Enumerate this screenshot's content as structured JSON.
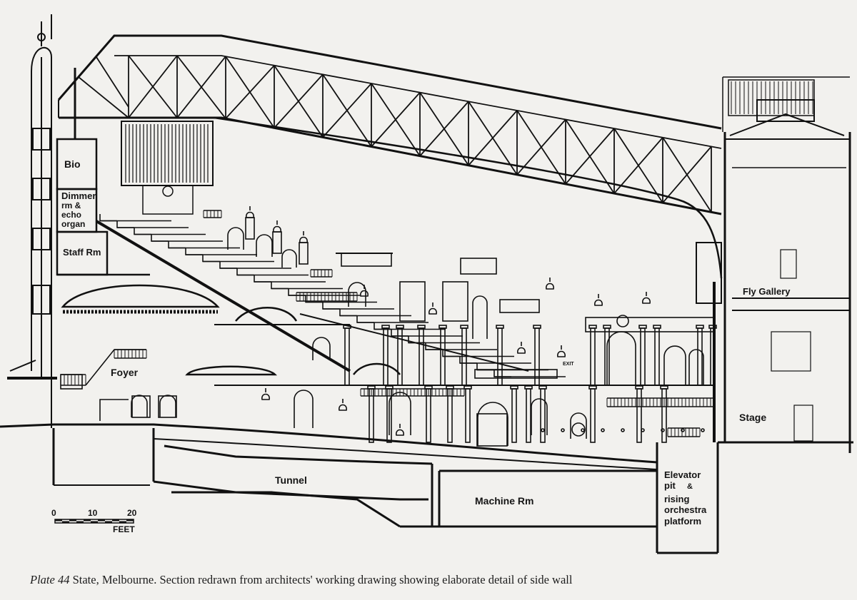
{
  "labels": {
    "bio": "Bio",
    "dimmer_line1": "Dimmer",
    "dimmer_line2": "rm &",
    "dimmer_line3": "echo",
    "dimmer_line4": "organ",
    "staff_room": "Staff Rm",
    "foyer": "Foyer",
    "tunnel": "Tunnel",
    "machine_room": "Machine Rm",
    "elevator_line1": "Elevator",
    "elevator_line2": "pit",
    "elevator_line3": "&",
    "elevator_line4": "rising",
    "elevator_line5": "orchestra",
    "elevator_line6": "platform",
    "fly_gallery": "Fly Gallery",
    "stage": "Stage",
    "exit_sign": "EXIT"
  },
  "scale_bar": {
    "ticks": [
      "0",
      "10",
      "20"
    ],
    "unit": "FEET"
  },
  "caption": {
    "plate": "Plate 44",
    "text": " State, Melbourne. Section redrawn from architects' working drawing showing elaborate detail of side wall"
  },
  "colors": {
    "paper": "#f2f1ee",
    "ink": "#111111"
  }
}
